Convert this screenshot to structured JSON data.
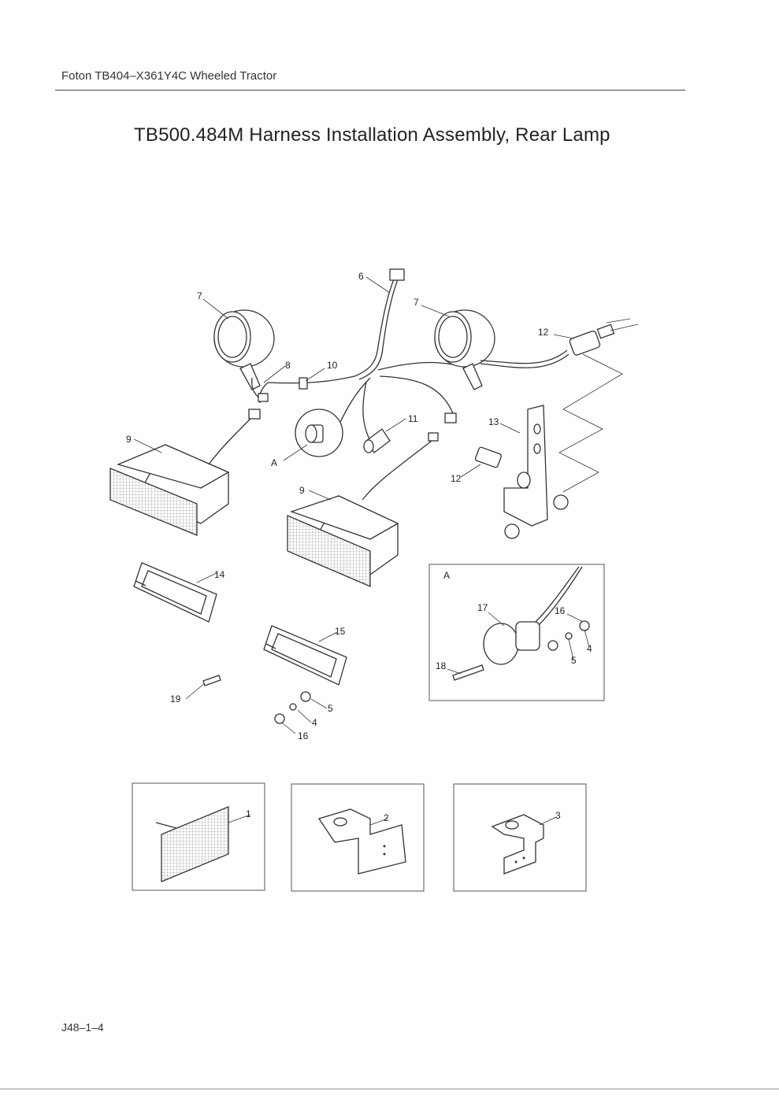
{
  "header": {
    "title": "Foton TB404–X361Y4C Wheeled Tractor"
  },
  "page_title": "TB500.484M  Harness Installation Assembly, Rear Lamp",
  "page_number": "J48–1–4",
  "detail_label": "A",
  "callouts": {
    "c1": "1",
    "c2": "2",
    "c3": "3",
    "c4a": "4",
    "c4b": "4",
    "c5a": "5",
    "c5b": "5",
    "c6": "6",
    "c7a": "7",
    "c7b": "7",
    "c8": "8",
    "c9a": "9",
    "c9b": "9",
    "c10": "10",
    "c11": "11",
    "c12a": "12",
    "c12b": "12",
    "c13": "13",
    "c14": "14",
    "c15": "15",
    "c16a": "16",
    "c16b": "16",
    "c17": "17",
    "c18": "18",
    "c19": "19",
    "cA1": "A",
    "cA2": "A"
  }
}
